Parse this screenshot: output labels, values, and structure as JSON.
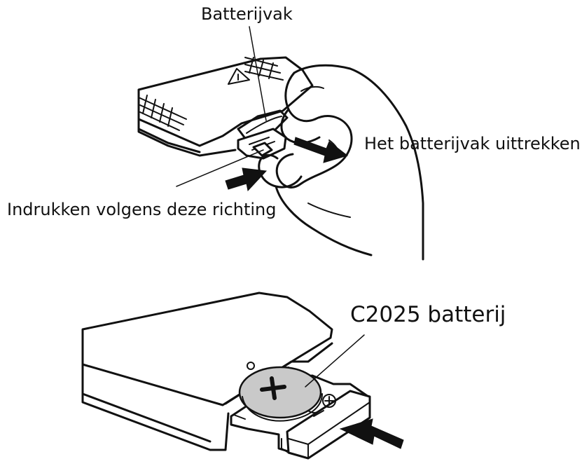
{
  "labels": {
    "battery_compartment": "Batterijvak",
    "pull_out": "Het batterijvak uittrekken",
    "press_direction": "Indrukken volgens deze richting",
    "battery_type": "C2025 batterij"
  },
  "icons": {
    "warning": "warning-triangle-icon",
    "plus": "plus-icon",
    "polarity": "polarity-plus-icon"
  },
  "colors": {
    "line": "#111111",
    "battery_fill": "#c9c9c9",
    "background": "#ffffff"
  }
}
